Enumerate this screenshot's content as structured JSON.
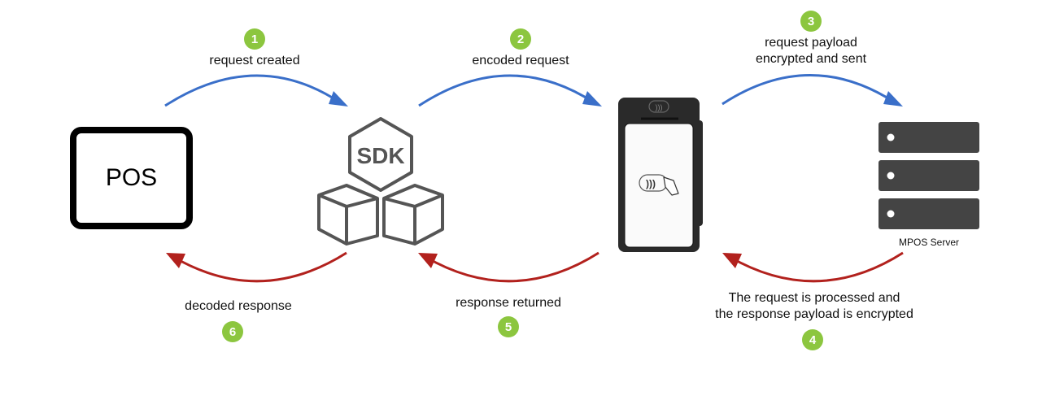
{
  "nodes": {
    "pos": "POS",
    "sdk": "SDK",
    "server": "MPOS Server"
  },
  "steps": [
    {
      "number": "1",
      "lines": [
        "request created"
      ]
    },
    {
      "number": "2",
      "lines": [
        "encoded request"
      ]
    },
    {
      "number": "3",
      "lines": [
        "request payload",
        "encrypted and sent"
      ]
    },
    {
      "number": "4",
      "lines": [
        "The request is processed and",
        "the response payload is encrypted"
      ]
    },
    {
      "number": "5",
      "lines": [
        "response returned"
      ]
    },
    {
      "number": "6",
      "lines": [
        "decoded response"
      ]
    }
  ],
  "colors": {
    "request_arrow": "#3a6fc9",
    "response_arrow": "#b2211d",
    "badge": "#8cc63f",
    "device": "#2a2a2a",
    "server": "#444444",
    "sdk_stroke": "#555555"
  },
  "icons": {
    "sdk": "sdk-cubes-icon",
    "terminal": "payment-terminal-icon",
    "contactless": "contactless-icon",
    "server": "server-rack-icon"
  }
}
